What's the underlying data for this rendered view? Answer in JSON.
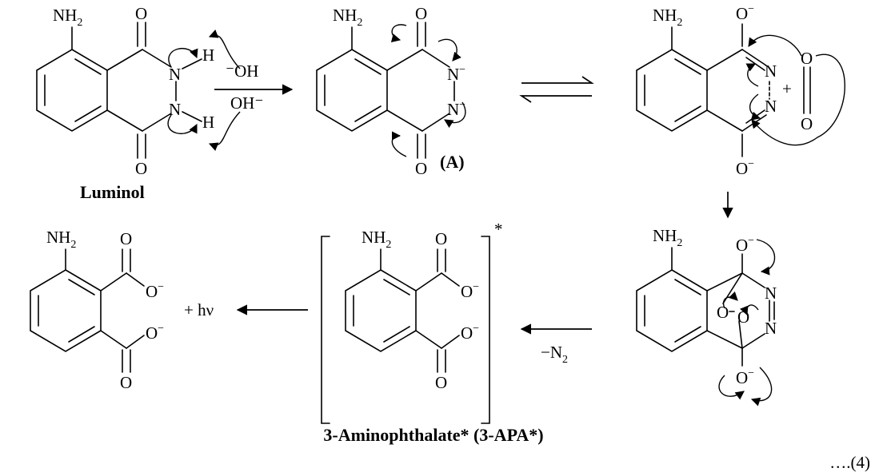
{
  "atoms": {
    "nh2": "NH",
    "two": "2",
    "o": "O",
    "n": "N",
    "h": "H",
    "minus": "−"
  },
  "reagents": {
    "hydroxide_1": "⁻OH",
    "hydroxide_2": "OH⁻",
    "nitrogen_loss": "−N",
    "light": "+ hν",
    "plus": "+",
    "excited": "*"
  },
  "labels": {
    "luminol": "Luminol",
    "intermediate": "(A)",
    "product": "3-Aminophthalate* (3-APA*)",
    "equation_number": "….(4)"
  }
}
